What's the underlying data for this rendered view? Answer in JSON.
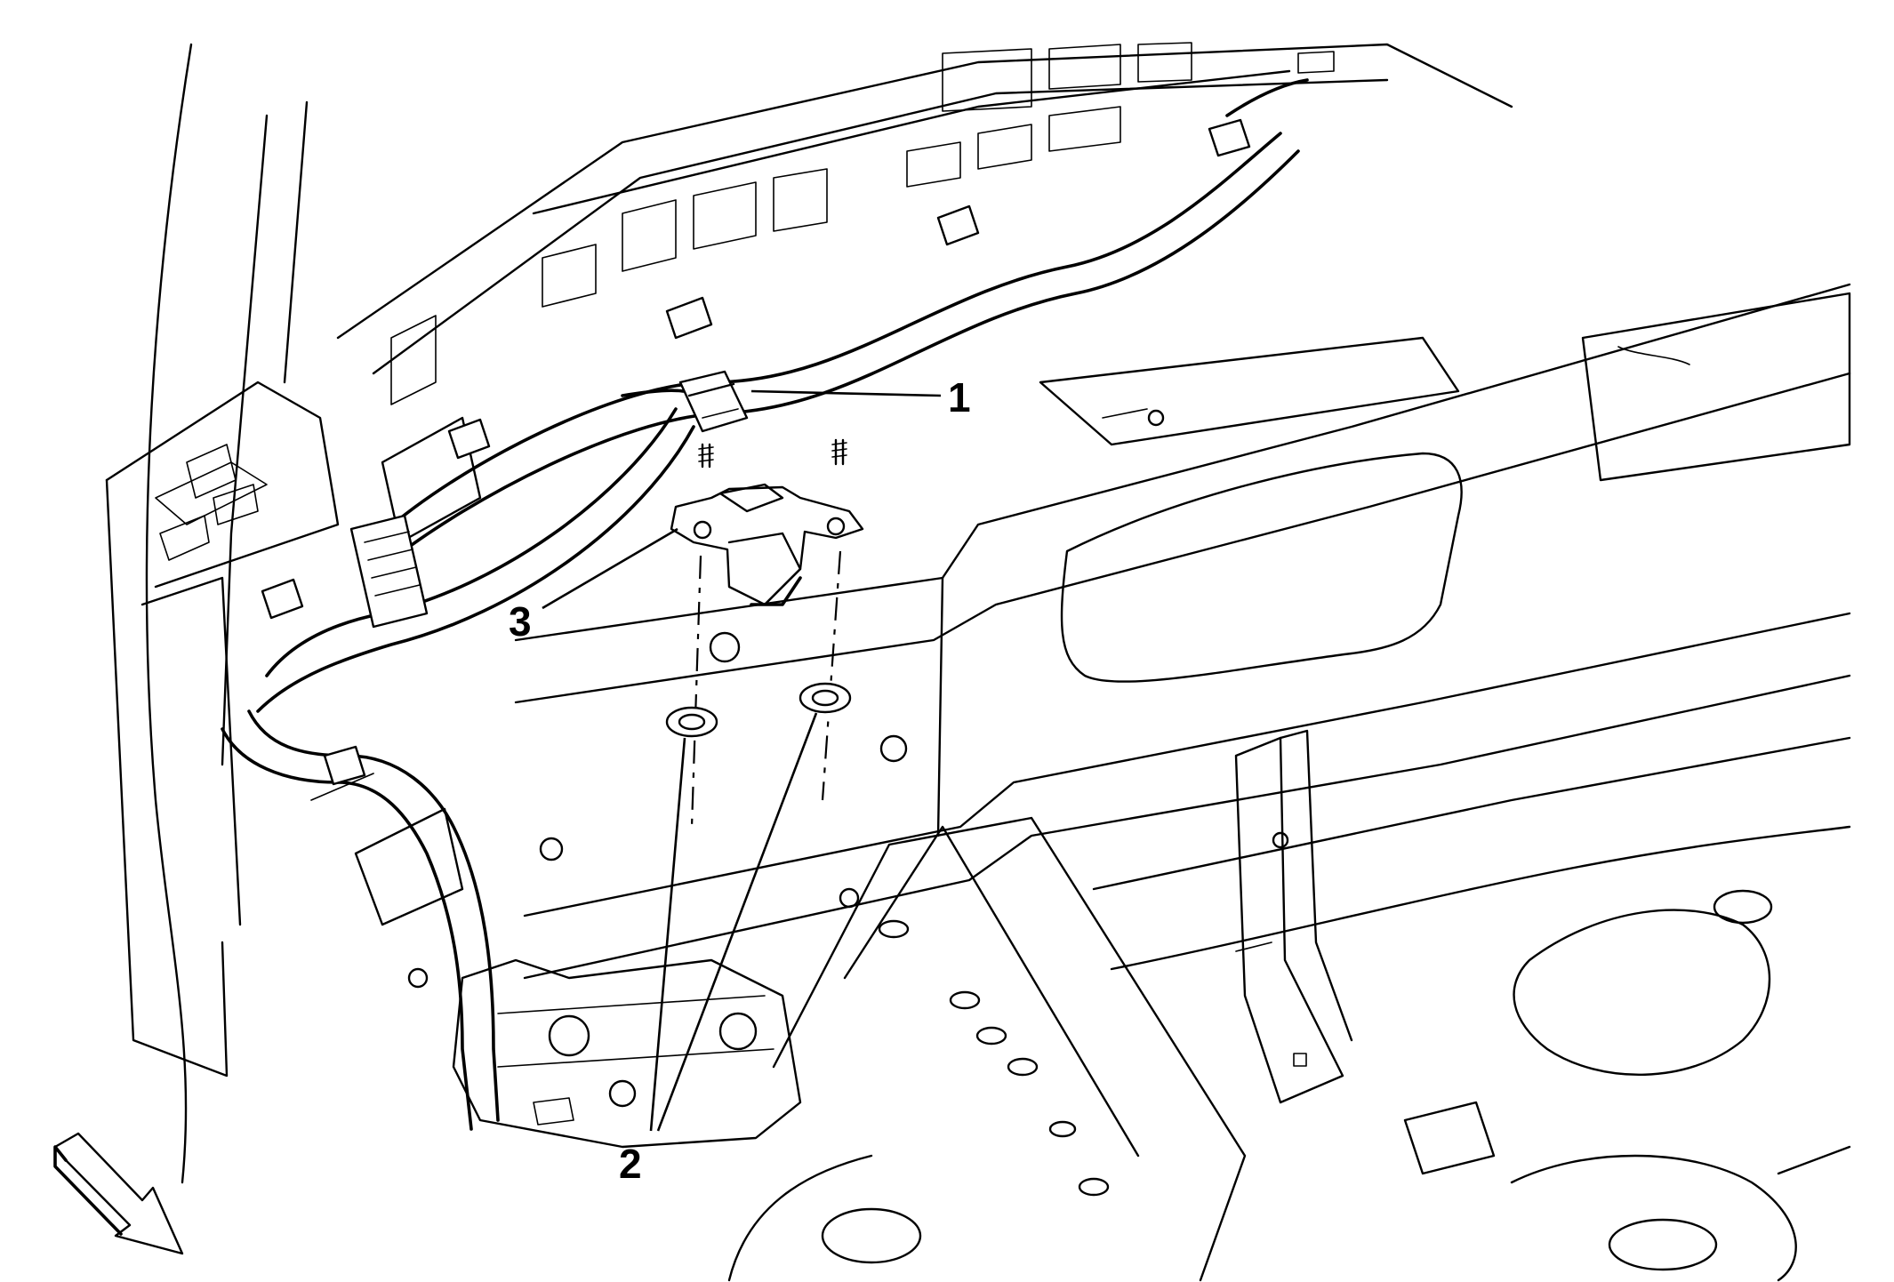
{
  "callouts": [
    {
      "id": "1",
      "text": "1"
    },
    {
      "id": "2",
      "text": "2"
    },
    {
      "id": "3",
      "text": "3"
    }
  ],
  "colors": {
    "ink": "#000000",
    "paper": "#ffffff"
  },
  "icons": {
    "direction_arrow": "forward-arrow-icon"
  }
}
